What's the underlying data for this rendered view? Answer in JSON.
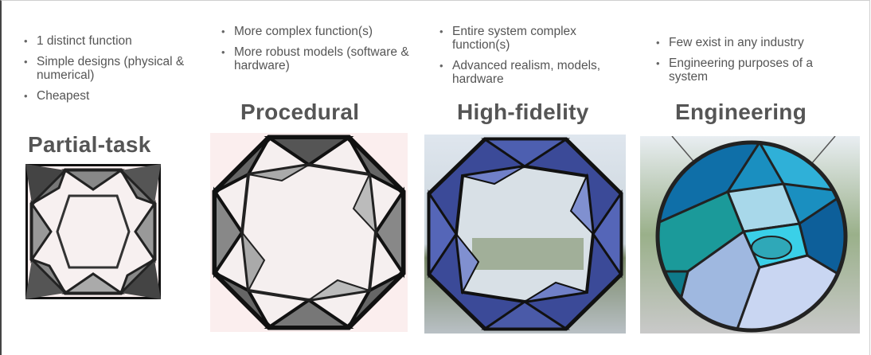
{
  "columns": [
    {
      "title": "Partial-task",
      "bullets": [
        "1 distinct function",
        "Simple designs (physical & numerical)",
        "Cheapest"
      ],
      "image_icon": "octagon-gem-sketch-square-icon"
    },
    {
      "title": "Procedural",
      "bullets": [
        "More complex function(s)",
        "More robust models (software & hardware)"
      ],
      "image_icon": "octagon-gem-sketch-icon"
    },
    {
      "title": "High-fidelity",
      "bullets": [
        "Entire system complex function(s)",
        "Advanced realism, models, hardware"
      ],
      "image_icon": "octagon-gem-blue-glass-icon"
    },
    {
      "title": "Engineering",
      "bullets": [
        "Few exist in any industry",
        "Engineering purposes of a system"
      ],
      "image_icon": "stained-glass-window-icon"
    }
  ],
  "colors": {
    "text": "#555555",
    "sketch_dark": "#1a1a1a",
    "glass_blue": "#3a4a9a",
    "glass_teal": "#1fa0c8"
  }
}
